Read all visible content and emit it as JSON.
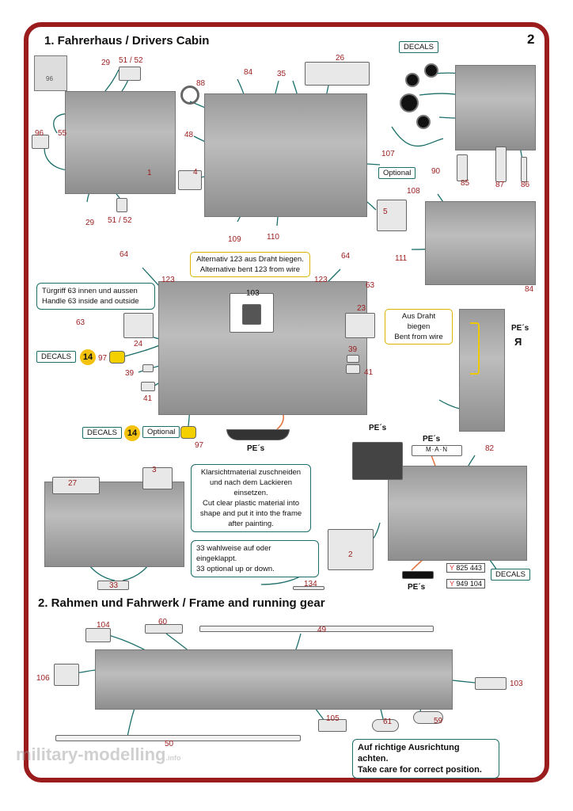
{
  "page_number": "2",
  "section1_title": "1. Fahrerhaus / Drivers Cabin",
  "section2_title": "2. Rahmen und Fahrwerk / Frame and running gear",
  "decals_label": "DECALS",
  "optional_label": "Optional",
  "pe_label": "PE´s",
  "decal_number": "14",
  "note_wire_123_de": "Alternativ 123 aus Draht biegen.",
  "note_wire_123_en": "Alternative bent 123 from wire",
  "note_handle_de": "Türgriff 63 innen und aussen",
  "note_handle_en": "Handle 63 inside and outside",
  "note_bent_wire_de": "Aus Draht biegen",
  "note_bent_wire_en": "Bent from wire",
  "note_clear_lines": [
    "Klarsichtmaterial zuschneiden",
    "und nach dem Lackieren",
    "einsetzen.",
    "Cut clear plastic material into",
    "shape and put it into the frame",
    "after painting."
  ],
  "note_33_de": "33 wahlweise auf oder eingeklappt.",
  "note_33_en": "33 optional up or down.",
  "note_orientation_lines": [
    "Auf richtige Ausrichtung",
    "achten.",
    "Take care for correct position."
  ],
  "plate1": "825 443",
  "plate2": "949 104",
  "plate_prefix": "Y",
  "pe_logo_text": "M·A·N",
  "pe_glyph": "Я",
  "watermark_main": "military-modelling",
  "watermark_sub": ".info",
  "parts": {
    "p1": "1",
    "p2": "2",
    "p3": "3",
    "p4": "4",
    "p5": "5",
    "p23": "23",
    "p24": "24",
    "p26": "26",
    "p27": "27",
    "p29a": "29",
    "p29b": "29",
    "p33": "33",
    "p35": "35",
    "p39a": "39",
    "p39b": "39",
    "p41a": "41",
    "p41b": "41",
    "p48": "48",
    "p49": "49",
    "p50": "50",
    "p5152a": "51 / 52",
    "p5152b": "51 / 52",
    "p55": "55",
    "p59": "59",
    "p60": "60",
    "p61": "61",
    "p63a": "63",
    "p63b": "63",
    "p64a": "64",
    "p64b": "64",
    "p82": "82",
    "p84a": "84",
    "p84b": "84",
    "p85": "85",
    "p86": "86",
    "p87": "87",
    "p88": "88",
    "p90": "90",
    "p96": "96",
    "p97a": "97",
    "p97b": "97",
    "p103a": "103",
    "p103b": "103",
    "p104": "104",
    "p105": "105",
    "p106": "106",
    "p107": "107",
    "p108": "108",
    "p109": "109",
    "p110": "110",
    "p111": "111",
    "p123a": "123",
    "p123b": "123",
    "p134": "134"
  }
}
